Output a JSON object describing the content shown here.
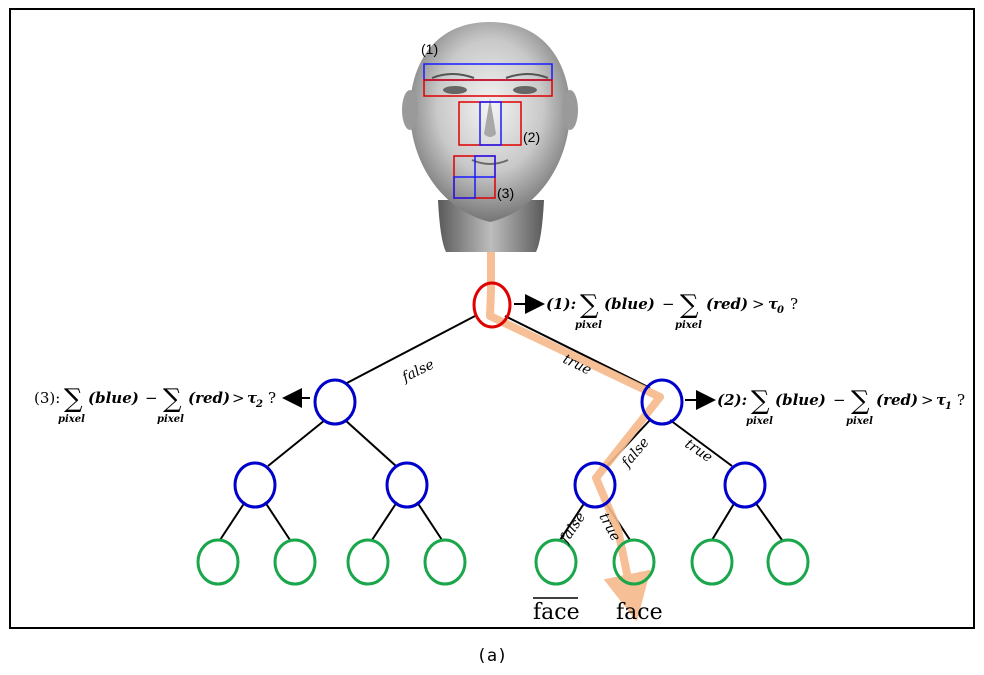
{
  "caption": "(a)",
  "face_regions": {
    "region1": "(1)",
    "region2": "(2)",
    "region3": "(3)"
  },
  "conditions": {
    "root": {
      "prefix": "(1): ",
      "blue": "(blue)",
      "minus": "−",
      "red": "(red)",
      "cmp": ">",
      "tau": "τ",
      "tau_sub": "0",
      "q": "?",
      "pixel": "pixel",
      "sigma": "∑"
    },
    "right": {
      "prefix": "(2): ",
      "blue": "(blue)",
      "minus": "−",
      "red": "(red)",
      "cmp": ">",
      "tau": "τ",
      "tau_sub": "1",
      "q": "?",
      "pixel": "pixel",
      "sigma": "∑"
    },
    "left": {
      "prefix": "(3): ",
      "blue": "(blue)",
      "minus": "−",
      "red": "(red)",
      "cmp": ">",
      "tau": "τ",
      "tau_sub": "2",
      "q": "?",
      "pixel": "pixel",
      "sigma": "∑"
    }
  },
  "edge_labels": {
    "root_left": "false",
    "root_right": "true",
    "right_left": "false",
    "right_right": "true",
    "rl_left": "false",
    "rl_right": "true"
  },
  "leaf_labels": {
    "not_face": "face",
    "face": "face"
  },
  "colors": {
    "root": "#e00000",
    "internal": "#0000cc",
    "leaf": "#1aa64a",
    "path": "#f7b98a",
    "region_blue": "#1a1aff",
    "region_red": "#e00000"
  }
}
